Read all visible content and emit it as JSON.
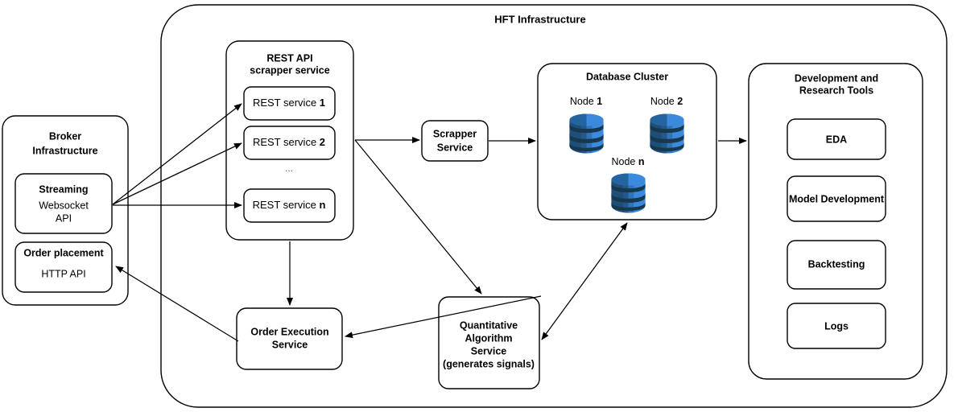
{
  "diagram": {
    "title": "HFT Infrastructure",
    "colors": {
      "stroke": "#000000",
      "background": "#ffffff",
      "db_dark": "#1f4e79",
      "db_mid": "#2a6099",
      "db_light": "#3c8ade",
      "db_shadow": "#16394f"
    }
  },
  "broker": {
    "title_line1": "Broker",
    "title_line2": "Infrastructure",
    "streaming": {
      "heading": "Streaming",
      "detail_line1": "Websocket",
      "detail_line2": "API"
    },
    "order_placement": {
      "heading": "Order placement",
      "detail": "HTTP API"
    }
  },
  "rest_api": {
    "title_line1": "REST API",
    "title_line2": "scrapper service",
    "services": [
      {
        "prefix": "REST service ",
        "index": "1"
      },
      {
        "prefix": "REST service ",
        "index": "2"
      },
      {
        "prefix": "REST service ",
        "index": "n"
      }
    ],
    "ellipsis": "..."
  },
  "scrapper_service": {
    "line1": "Scrapper",
    "line2": "Service"
  },
  "database_cluster": {
    "title": "Database Cluster",
    "nodes": [
      {
        "prefix": "Node ",
        "index": "1",
        "icon": "database-node-icon"
      },
      {
        "prefix": "Node ",
        "index": "2",
        "icon": "database-node-icon"
      },
      {
        "prefix": "Node ",
        "index": "n",
        "icon": "database-node-icon"
      }
    ]
  },
  "order_execution": {
    "line1": "Order Execution",
    "line2": "Service"
  },
  "quant_service": {
    "line1": "Quantitative",
    "line2": "Algorithm",
    "line3": "Service",
    "line4": "(generates signals)"
  },
  "dev_tools": {
    "title_line1": "Development and",
    "title_line2": "Research Tools",
    "items": [
      {
        "label": "EDA"
      },
      {
        "label": "Model Development"
      },
      {
        "label": "Backtesting"
      },
      {
        "label": "Logs"
      }
    ]
  }
}
